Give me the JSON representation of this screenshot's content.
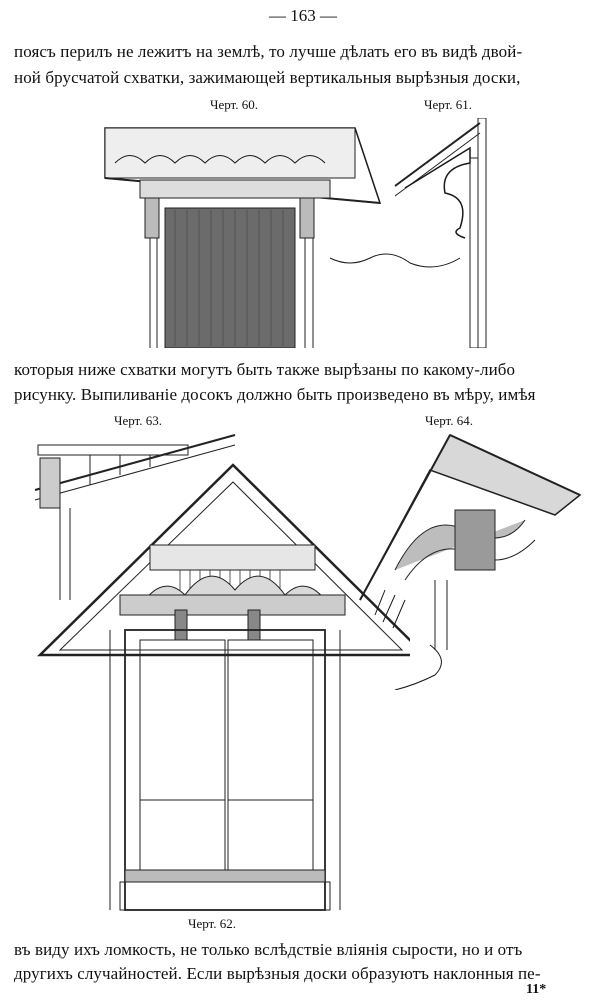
{
  "page_number": "— 163 —",
  "paragraph_top": [
    "поясъ перилъ не лежитъ на землѣ, то лучше дѣлать его въ видѣ двой-",
    "ной брусчатой схватки, зажимающей вертикальныя вырѣзныя доски,"
  ],
  "paragraph_middle": [
    "которыя ниже схватки могутъ быть также вырѣзаны по какому-либо",
    "рисунку. Выпиливаніе досокъ должно быть произведено въ мѣру, имѣя"
  ],
  "paragraph_bottom": [
    "въ виду ихъ ломкость, не только вслѣдствіе вліянія сырости, но и отъ",
    "другихъ случайностей. Если вырѣзныя доски образуютъ наклонныя пе-"
  ],
  "figures": {
    "fig60": "Черт. 60.",
    "fig61": "Черт. 61.",
    "fig62": "Черт. 62.",
    "fig63": "Черт. 63.",
    "fig64": "Черт. 64."
  },
  "signature": "11*"
}
